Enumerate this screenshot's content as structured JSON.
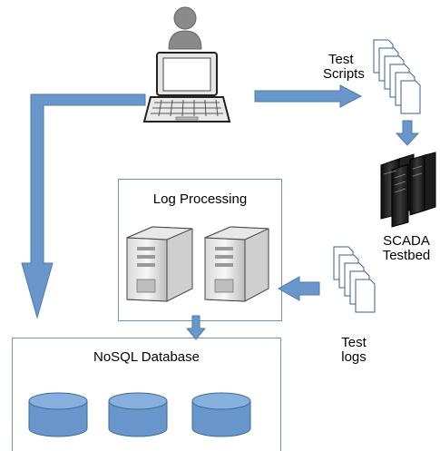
{
  "labels": {
    "test_scripts_line1": "Test",
    "test_scripts_line2": "Scripts",
    "scada_line1": "SCADA",
    "scada_line2": "Testbed",
    "test_logs_line1": "Test",
    "test_logs_line2": "logs",
    "log_processing": "Log Processing",
    "nosql_database": "NoSQL Database"
  },
  "colors": {
    "arrow_fill": "#6a97cb",
    "arrow_stroke": "#4f7bab",
    "box_border": "#6f95b5",
    "db_fill": "#6a97cb",
    "db_top": "#88b0dd",
    "server_dark": "#1a1a1a",
    "user_gray": "#8a8a8a"
  },
  "icons": {
    "user": "user-icon",
    "laptop": "laptop-icon",
    "scripts": "document-stack-icon",
    "testbed": "server-rack-icon",
    "logs": "document-stack-icon",
    "log_server": "server-tower-icon",
    "database": "database-cylinder-icon"
  }
}
